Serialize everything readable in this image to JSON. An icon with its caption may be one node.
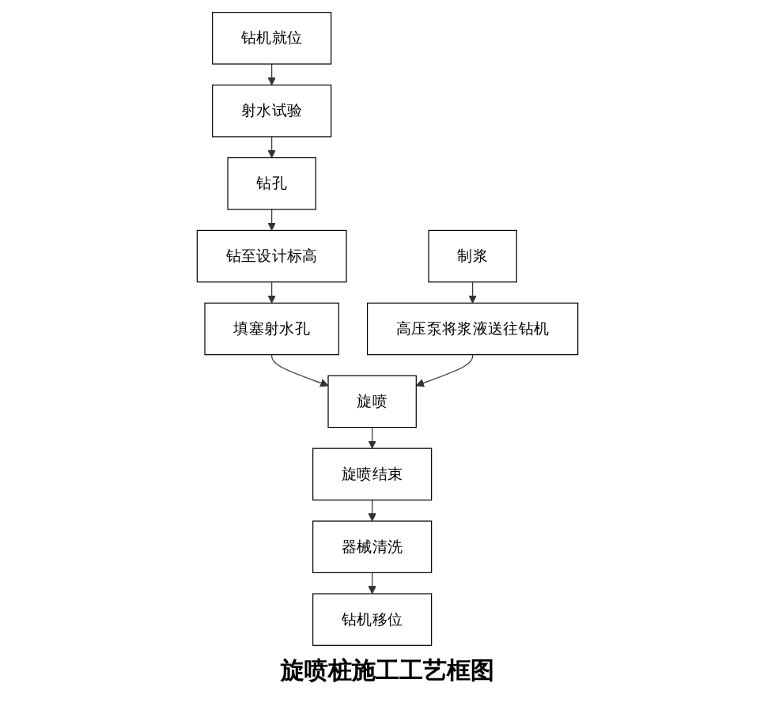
{
  "diagram": {
    "title": "旋喷桩施工工艺框图",
    "nodes": [
      {
        "text": [
          "钻机就位"
        ]
      },
      {
        "text": [
          "射水试验"
        ]
      },
      {
        "text": [
          "钻孔"
        ]
      },
      {
        "text": [
          "钻至设计标高"
        ]
      },
      {
        "text": [
          "填塞射水孔"
        ]
      },
      {
        "text": [
          "制浆"
        ]
      },
      {
        "text": [
          "高压泵将浆液送往钻机"
        ]
      },
      {
        "text": [
          "旋喷"
        ]
      },
      {
        "text": [
          "旋喷结束"
        ]
      },
      {
        "text": [
          "器械清洗"
        ]
      },
      {
        "text": [
          "钻机移位"
        ]
      }
    ],
    "edges": [
      {
        "from": 0,
        "to": 1,
        "arrow": "to"
      },
      {
        "from": 1,
        "to": 2,
        "arrow": "to"
      },
      {
        "from": 2,
        "to": 3,
        "arrow": "to"
      },
      {
        "from": 3,
        "to": 4,
        "arrow": "to"
      },
      {
        "from": 4,
        "to": 7,
        "arrow": "to"
      },
      {
        "from": 5,
        "to": 6,
        "arrow": "to"
      },
      {
        "from": 6,
        "to": 7,
        "arrow": "to"
      },
      {
        "from": 7,
        "to": 8,
        "arrow": "to"
      },
      {
        "from": 8,
        "to": 9,
        "arrow": "to"
      },
      {
        "from": 9,
        "to": 10,
        "arrow": "to"
      }
    ]
  }
}
